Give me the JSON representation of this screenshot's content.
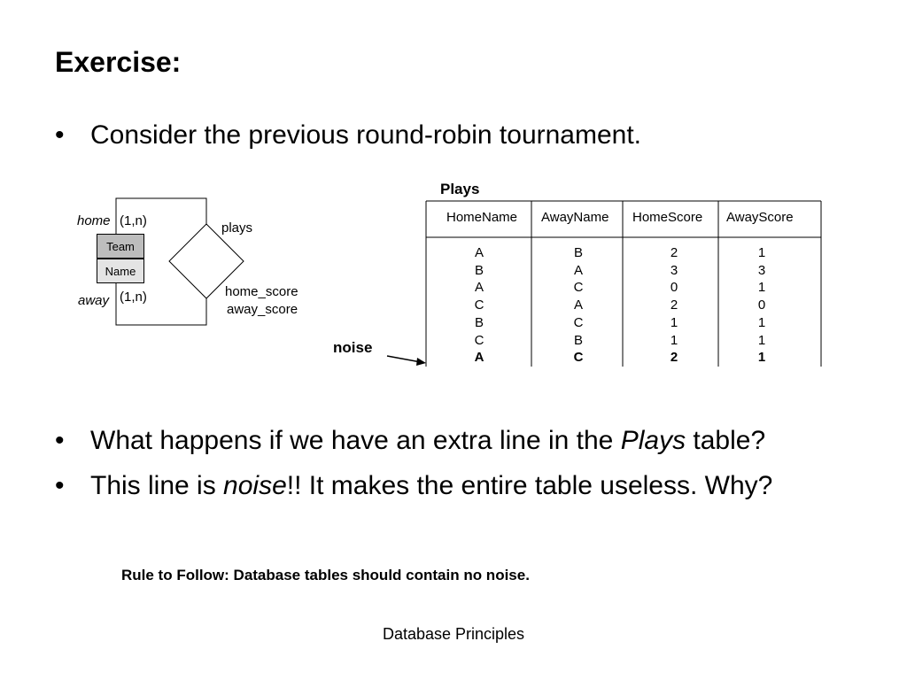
{
  "slide": {
    "title": "Exercise:",
    "bullets": {
      "b1": "Consider the previous round-robin tournament.",
      "b2_pre": "What happens if we have an extra line in the ",
      "b2_em": "Plays",
      "b2_post": " table?",
      "b3_pre": "This line is ",
      "b3_em": "noise",
      "b3_post": "!! It makes the entire table useless. Why?"
    },
    "rule": "Rule to Follow:  Database tables should contain no noise.",
    "footer": "Database Principles"
  },
  "er_diagram": {
    "entity_attributes": [
      "Team",
      "Name"
    ],
    "relationship": "plays",
    "relationship_attributes": [
      "home_score",
      "away_score"
    ],
    "roles": [
      {
        "role": "home",
        "cardinality": "(1,n)"
      },
      {
        "role": "away",
        "cardinality": "(1,n)"
      }
    ]
  },
  "plays_table": {
    "title": "Plays",
    "columns": [
      "HomeName",
      "AwayName",
      "HomeScore",
      "AwayScore"
    ],
    "rows": [
      [
        "A",
        "B",
        "2",
        "1"
      ],
      [
        "B",
        "A",
        "3",
        "3"
      ],
      [
        "A",
        "C",
        "0",
        "1"
      ],
      [
        "C",
        "A",
        "2",
        "0"
      ],
      [
        "B",
        "C",
        "1",
        "1"
      ],
      [
        "C",
        "B",
        "1",
        "1"
      ],
      [
        "A",
        "C",
        "2",
        "1"
      ]
    ],
    "noise_row_index": 6,
    "noise_label": "noise"
  }
}
